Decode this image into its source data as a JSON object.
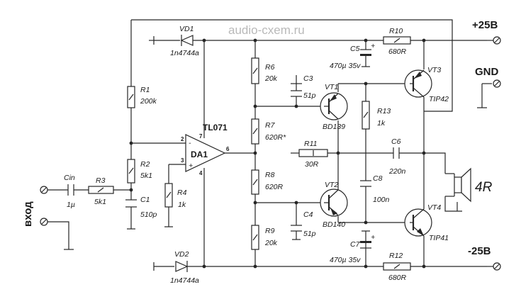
{
  "watermark": "audio-cxem.ru",
  "input_label": "вход",
  "rails": {
    "positive": "+25В",
    "negative": "-25В",
    "ground": "GND"
  },
  "rail_color": "#b01e23",
  "opamp": {
    "name": "DA1",
    "model": "TL071",
    "pins": {
      "inv": "2",
      "noninv": "3",
      "out": "6",
      "vplus": "7",
      "vminus": "4"
    },
    "inv_sign": "-",
    "noninv_sign": "+"
  },
  "components": {
    "VD1": {
      "ref": "VD1",
      "value": "1n4744a"
    },
    "VD2": {
      "ref": "VD2",
      "value": "1n4744a"
    },
    "R1": {
      "ref": "R1",
      "value": "200k"
    },
    "R2": {
      "ref": "R2",
      "value": "5k1"
    },
    "R3": {
      "ref": "R3",
      "value": "5k1"
    },
    "R4": {
      "ref": "R4",
      "value": "1k"
    },
    "R6": {
      "ref": "R6",
      "value": "20k"
    },
    "R7": {
      "ref": "R7",
      "value": "620R*"
    },
    "R8": {
      "ref": "R8",
      "value": "620R"
    },
    "R9": {
      "ref": "R9",
      "value": "20k"
    },
    "R10": {
      "ref": "R10",
      "value": "680R"
    },
    "R11": {
      "ref": "R11",
      "value": "30R"
    },
    "R12": {
      "ref": "R12",
      "value": "680R"
    },
    "R13": {
      "ref": "R13",
      "value": "1k"
    },
    "Cin": {
      "ref": "Cin",
      "value": "1µ"
    },
    "C1": {
      "ref": "C1",
      "value": "510p"
    },
    "C3": {
      "ref": "C3",
      "value": "51p"
    },
    "C4": {
      "ref": "C4",
      "value": "51p"
    },
    "C5": {
      "ref": "C5",
      "value": "470µ 35v"
    },
    "C6": {
      "ref": "C6",
      "value": "220n"
    },
    "C7": {
      "ref": "C7",
      "value": "470µ 35v"
    },
    "C8": {
      "ref": "C8",
      "value": "100n"
    },
    "VT1": {
      "ref": "VT1",
      "value": "BD139"
    },
    "VT2": {
      "ref": "VT2",
      "value": "BD140"
    },
    "VT3": {
      "ref": "VT3",
      "value": "TIP42"
    },
    "VT4": {
      "ref": "VT4",
      "value": "TIP41"
    },
    "speaker": {
      "value": "4R"
    }
  },
  "polarity_plus": "+"
}
